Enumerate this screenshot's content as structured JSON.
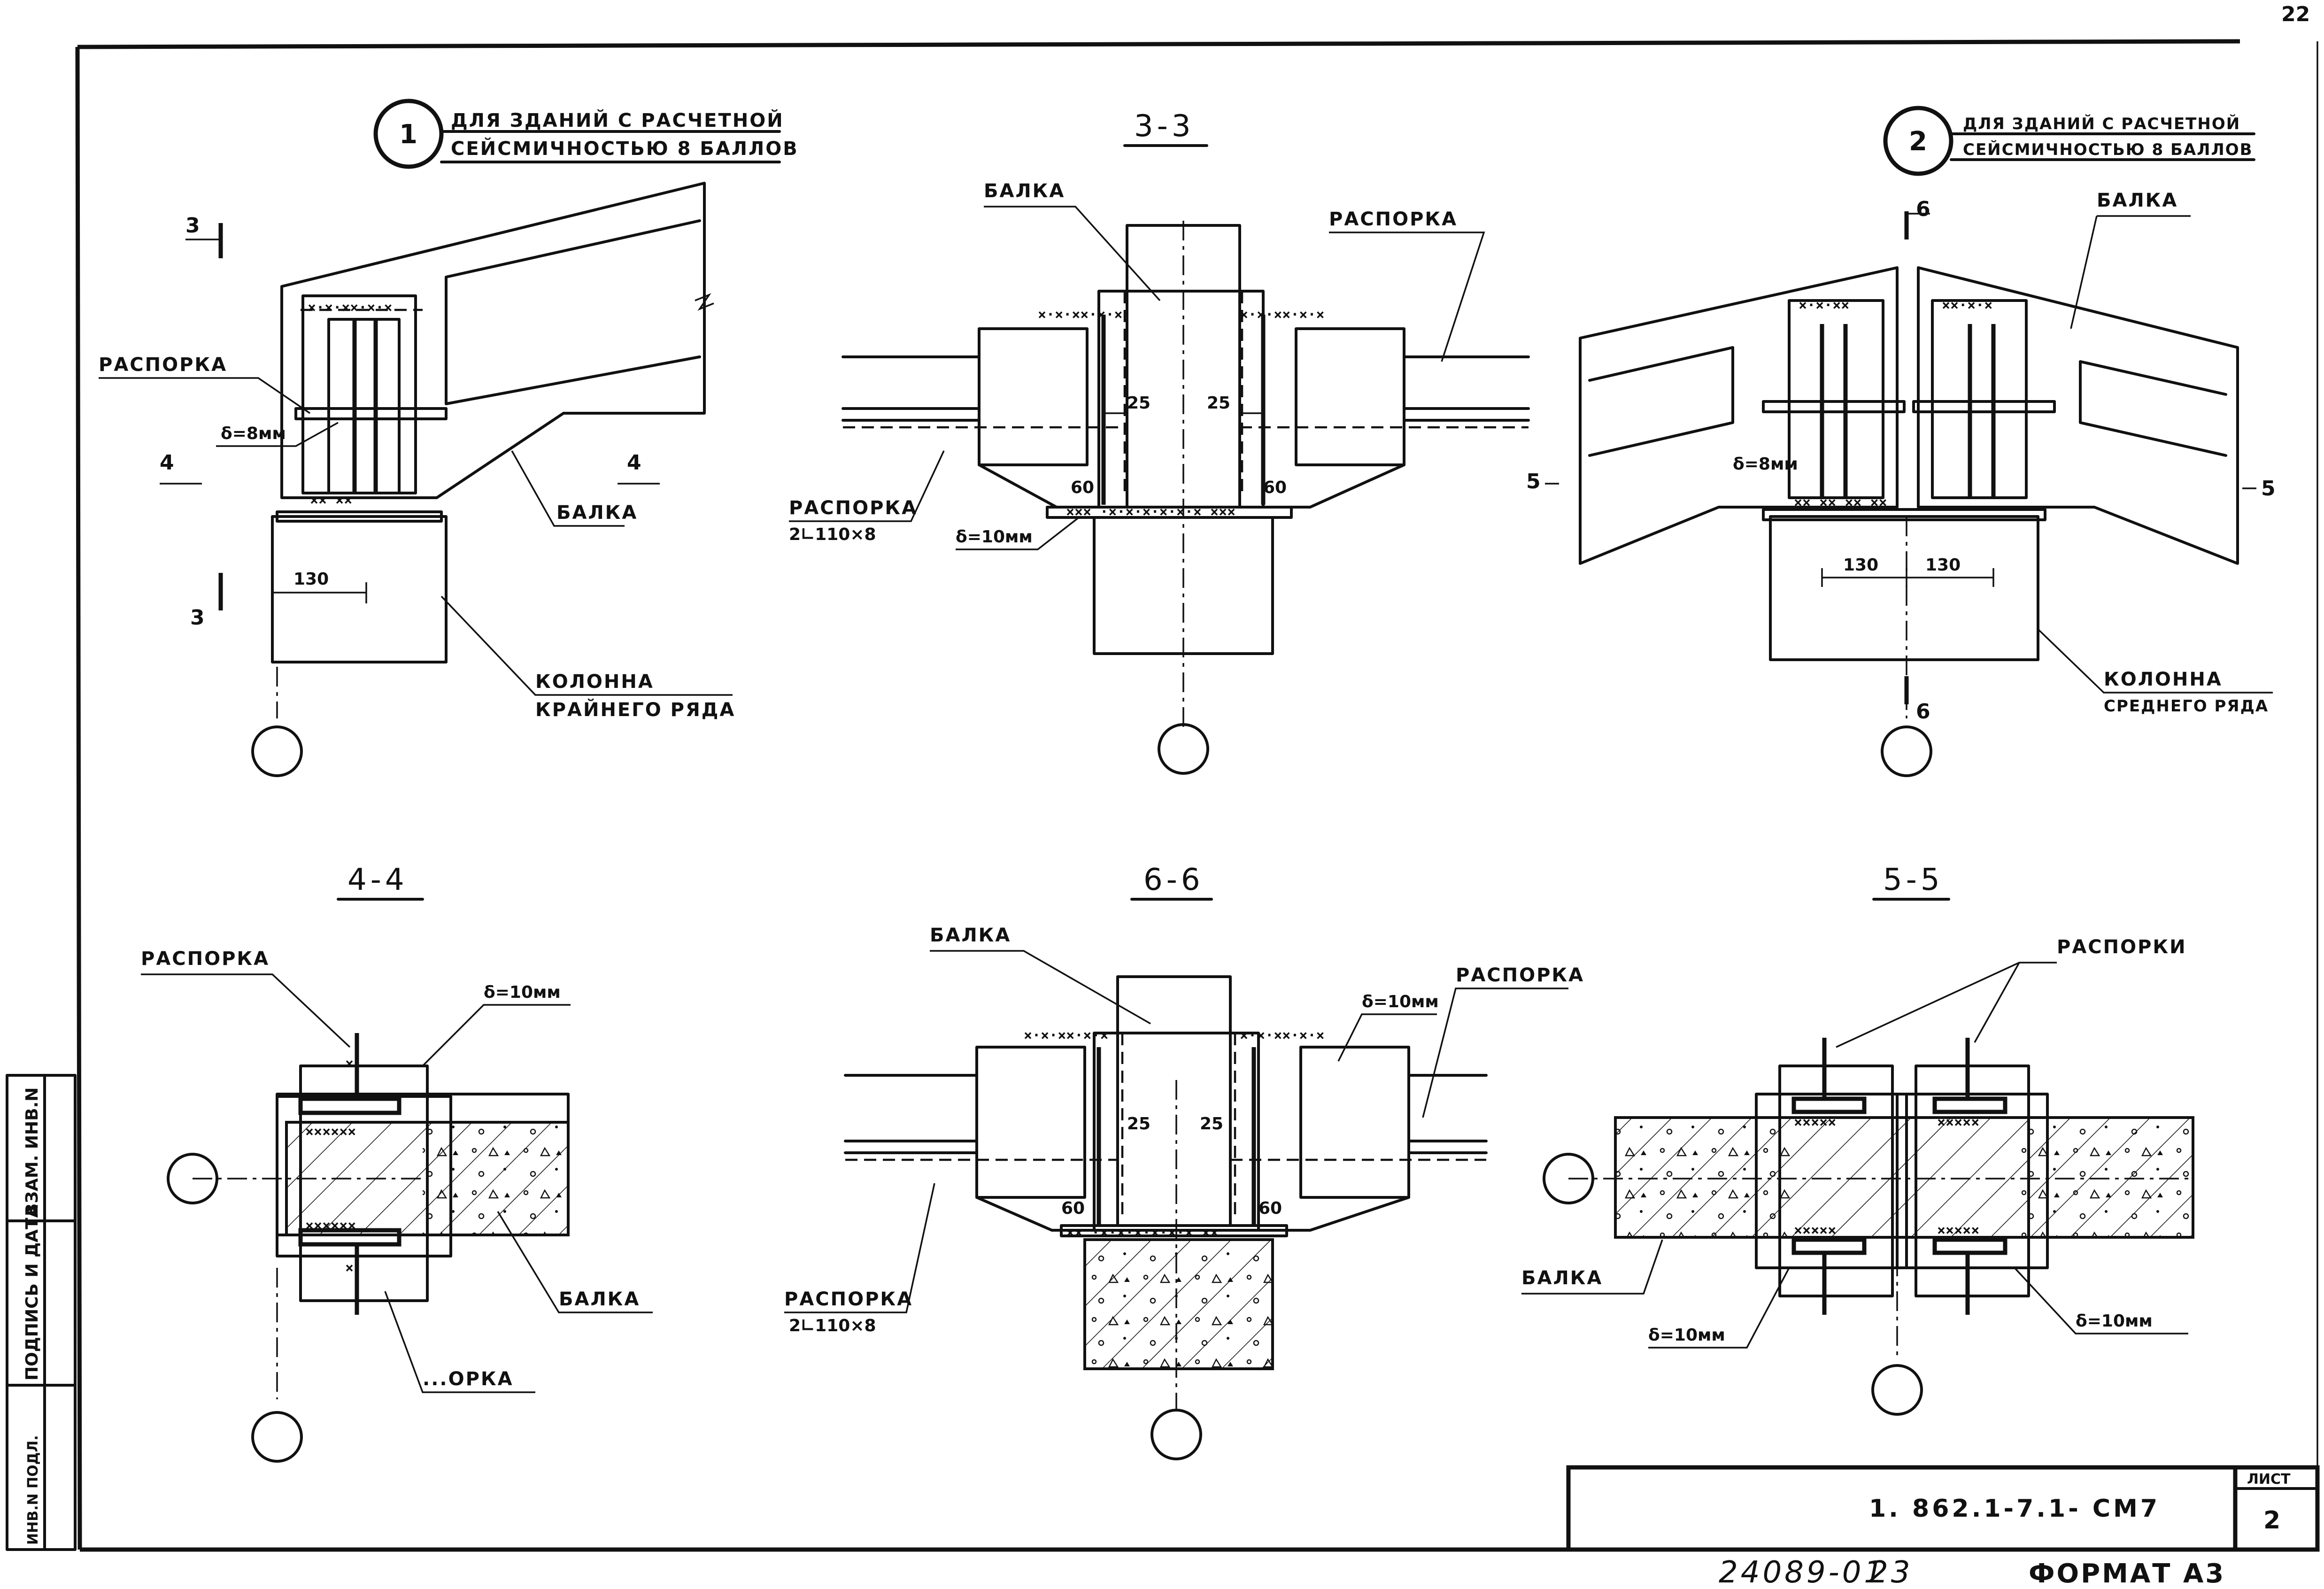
{
  "sheet": {
    "page_number": "22",
    "designation": "1. 862.1-7.1- СМ7",
    "sheet_label": "ЛИСТ",
    "sheet_number": "2",
    "inventory_number": "24089-01",
    "inventory_suffix": "23",
    "format_label": "ФОРМАТ А3"
  },
  "side_stamp": {
    "replaces": "ВЗАМ. ИНВ.N",
    "signature_date": "ПОДПИСЬ И ДАТА",
    "inv_original": "ИНВ.N ПОДЛ."
  },
  "detail_1": {
    "number": "1",
    "caption_line1": "ДЛЯ ЗДАНИЙ С РАСЧЕТНОЙ",
    "caption_line2": "СЕЙСМИЧНОСТЬЮ 8 БАЛЛОВ",
    "cut_3": "3",
    "cut_4": "4",
    "label_strut": "РАСПОРКА",
    "label_thickness": "δ=8мм",
    "label_beam": "БАЛКА",
    "dim_130": "130",
    "label_column_1": "КОЛОННА",
    "label_column_2": "КРАЙНЕГО РЯДА"
  },
  "detail_2": {
    "number": "2",
    "caption_line1": "ДЛЯ ЗДАНИЙ С РАСЧЕТНОЙ",
    "caption_line2": "СЕЙСМИЧНОСТЬЮ 8 БАЛЛОВ",
    "cut_6": "6",
    "cut_5": "5",
    "label_beam": "БАЛКА",
    "label_thickness": "δ=8мм",
    "dim_130a": "130",
    "dim_130b": "130",
    "label_column_1": "КОЛОННА",
    "label_column_2": "СРЕДНЕГО РЯДА"
  },
  "section_33": {
    "title": "3-3",
    "label_beam": "БАЛКА",
    "label_strut": "РАСПОРКА",
    "label_strut_bottom_1": "РАСПОРКА",
    "label_strut_bottom_2": "2∟110×8",
    "label_thickness": "δ=10мм",
    "dim_25a": "25",
    "dim_25b": "25",
    "dim_60a": "60",
    "dim_60b": "60"
  },
  "section_44": {
    "title": "4-4",
    "label_strut_top": "РАСПОРКА",
    "label_thickness": "δ=10мм",
    "label_beam": "БАЛКА",
    "label_strut_bottom": "...ОРКА"
  },
  "section_66": {
    "title": "6-6",
    "label_beam": "БАЛКА",
    "label_thickness": "δ=10мм",
    "label_strut": "РАСПОРКА",
    "label_strut_bottom_1": "РАСПОРКА",
    "label_strut_bottom_2": "2∟110×8",
    "dim_25a": "25",
    "dim_25b": "25",
    "dim_60a": "60",
    "dim_60b": "60"
  },
  "section_55": {
    "title": "5-5",
    "label_struts": "РАСПОРКИ",
    "label_beam": "БАЛКА",
    "label_thickness_left": "δ=10мм",
    "label_thickness_right": "δ=10мм"
  }
}
